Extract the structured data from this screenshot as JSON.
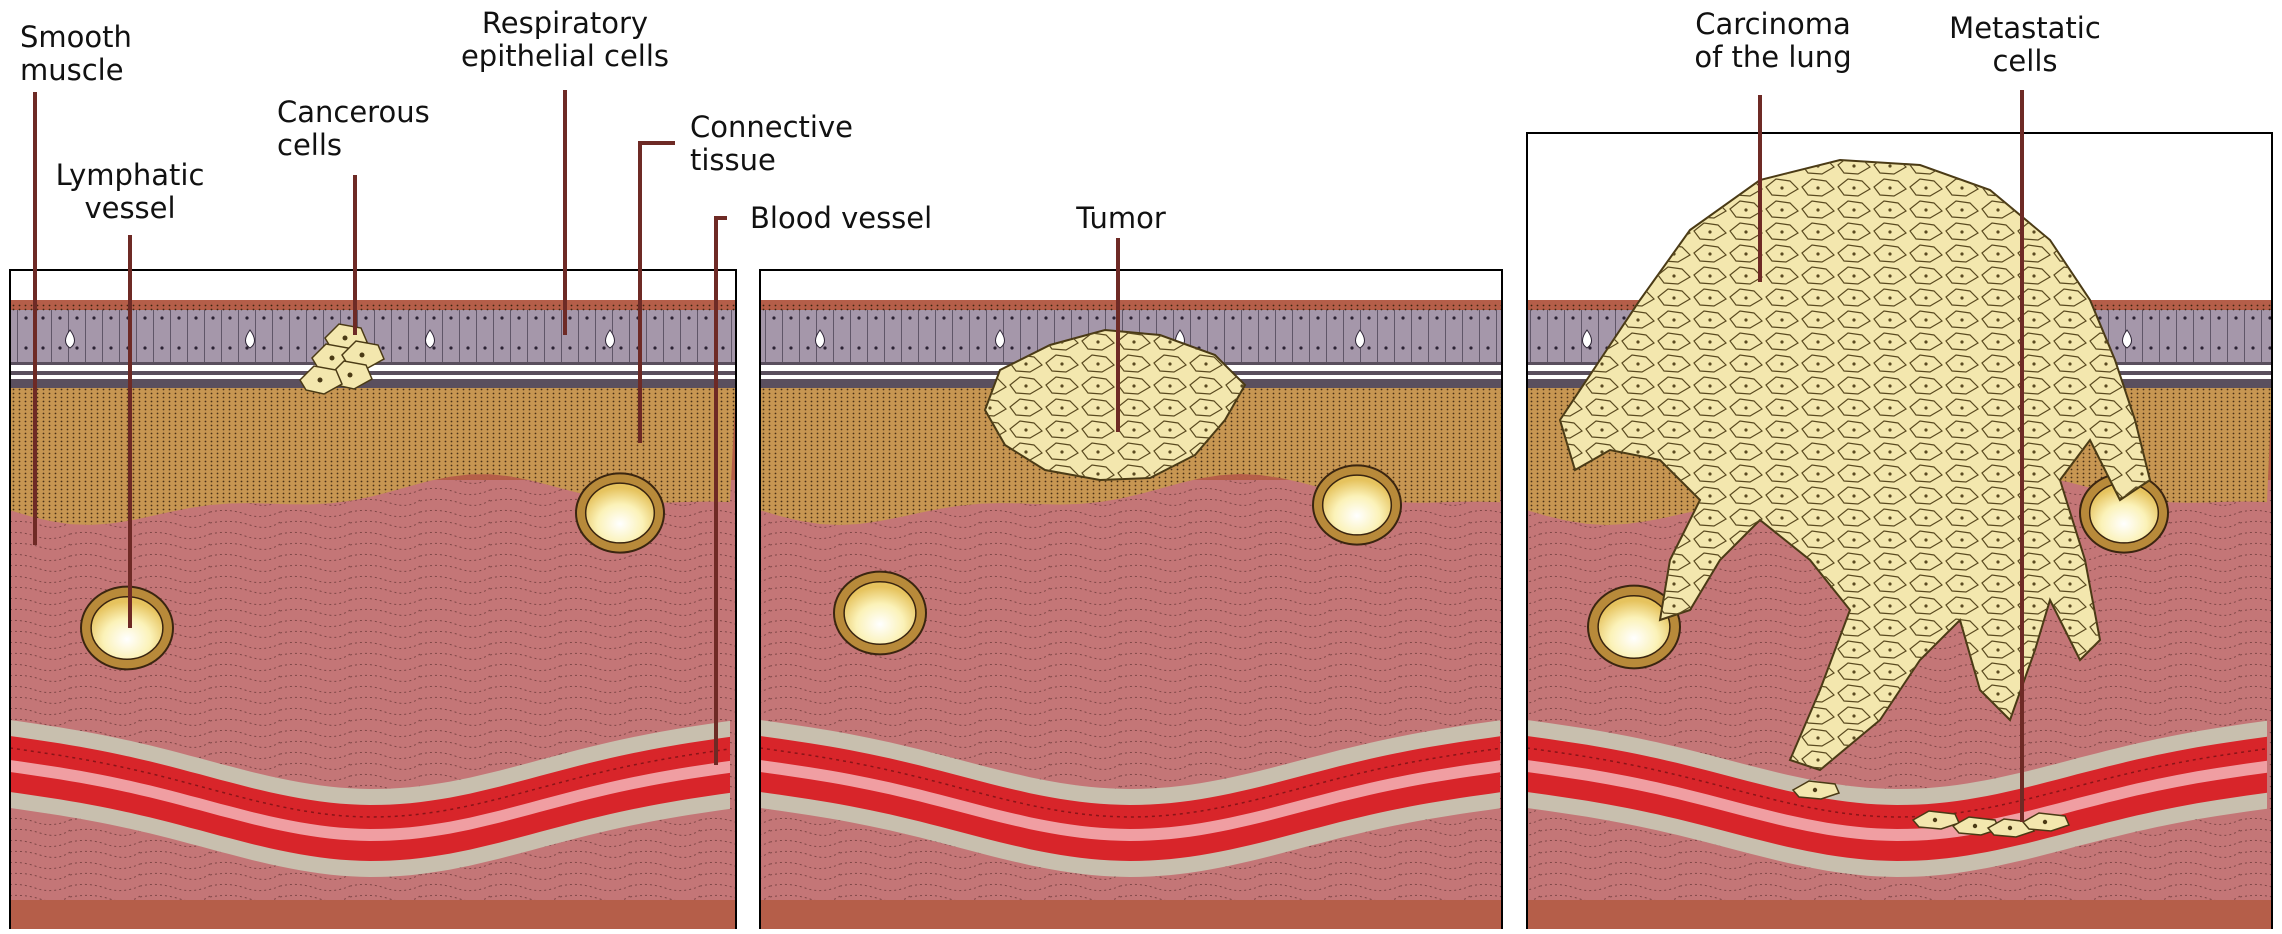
{
  "labels": {
    "smooth_muscle": [
      "Smooth",
      "muscle"
    ],
    "lymphatic_vessel": [
      "Lymphatic",
      "vessel"
    ],
    "cancerous_cells": [
      "Cancerous",
      "cells"
    ],
    "respiratory_epithelial_cells": [
      "Respiratory",
      "epithelial cells"
    ],
    "connective_tissue": [
      "Connective",
      "tissue"
    ],
    "blood_vessel": "Blood vessel",
    "tumor": "Tumor",
    "carcinoma": [
      "Carcinoma",
      "of the lung"
    ],
    "metastatic_cells": [
      "Metastatic",
      "cells"
    ]
  },
  "colors": {
    "epithelium": "#a597aa",
    "connective": "#c79652",
    "muscle": "#c47677",
    "deep_muscle": "#b55e49",
    "blood": "#d8252a",
    "blood_light": "#f4b4b7",
    "membrane": "#c8bfae",
    "cell_fill": "#f3e7ae",
    "leader": "#6e2a25",
    "lymph_ring": "#b88a3a",
    "lymph_core": "#fbf6c5"
  }
}
